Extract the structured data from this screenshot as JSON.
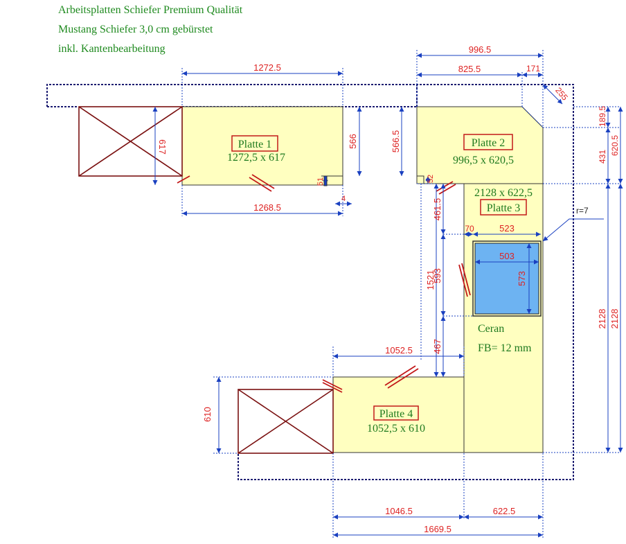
{
  "header": {
    "line1": "Arbeitsplatten Schiefer Premium Qualität",
    "line2": "Mustang Schiefer 3,0 cm gebürstet",
    "line3": "inkl. Kantenbearbeitung"
  },
  "plates": {
    "p1": {
      "title": "Platte 1",
      "size": "1272,5 x 617"
    },
    "p2": {
      "title": "Platte 2",
      "size": "996,5 x 620,5"
    },
    "p3": {
      "title": "Platte 3",
      "size": "2128 x 622,5"
    },
    "p4": {
      "title": "Platte 4",
      "size": "1052,5 x 610"
    }
  },
  "notes": {
    "ceran": "Ceran",
    "fb": "FB= 12 mm",
    "radius": "r=7"
  },
  "dims": {
    "d1272": "1272.5",
    "d1268": "1268.5",
    "d617": "617",
    "d566": "566",
    "d51": "51",
    "d4": "4",
    "d996": "996.5",
    "d825": "825.5",
    "d171": "171",
    "d255": "255",
    "d5665": "566.5",
    "d52": "52",
    "d1895": "189.5",
    "d431": "431",
    "d6205": "620.5",
    "d4615": "461.5",
    "d1521": "1521",
    "d70": "70",
    "d523": "523",
    "d503": "503",
    "d573": "573",
    "d593": "593",
    "d467": "467",
    "d2128a": "2128",
    "d2128b": "2128",
    "d10525": "1052.5",
    "d610": "610",
    "d10465": "1046.5",
    "d6225": "622.5",
    "d16695": "1669.5"
  }
}
